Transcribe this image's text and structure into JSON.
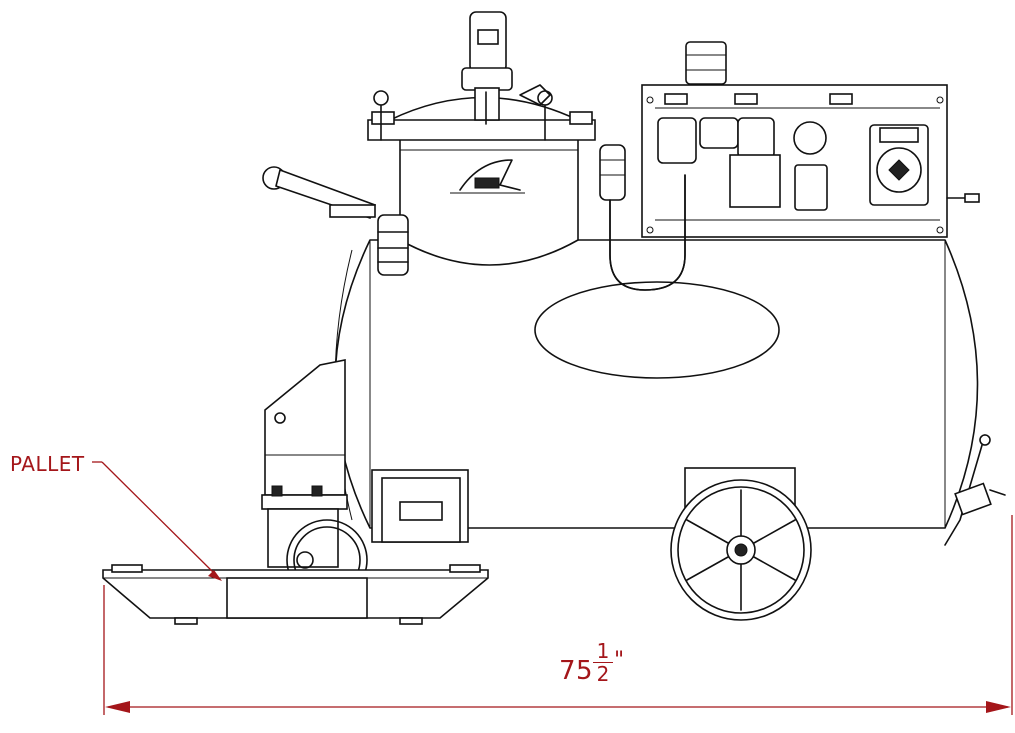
{
  "annotations": {
    "pallet_label": "PALLET",
    "overall_length": {
      "whole": "75",
      "fraction_numerator": "1",
      "fraction_denominator": "2",
      "unit": "\""
    }
  },
  "colors": {
    "annotation": "#a4161a",
    "line_art": "#111111",
    "background": "#ffffff"
  }
}
